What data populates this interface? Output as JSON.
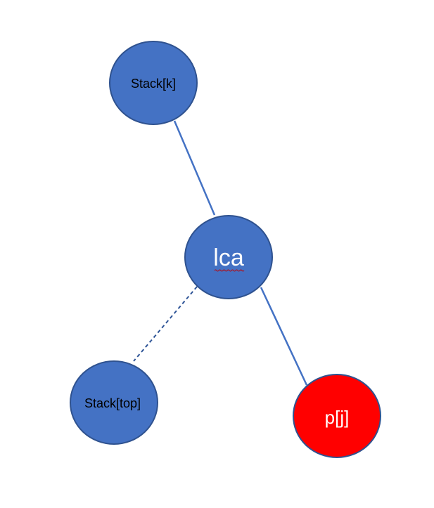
{
  "diagram": {
    "nodes": [
      {
        "id": "stack-k",
        "label": "Stack[k]",
        "fill": "#4472C4",
        "text_color": "#000000",
        "outline": "#2F528F"
      },
      {
        "id": "lca",
        "label": "lca",
        "fill": "#4472C4",
        "text_color": "#FFFFFF",
        "outline": "#2F528F",
        "spell_underline": "#C00000"
      },
      {
        "id": "stack-top",
        "label": "Stack[top]",
        "fill": "#4472C4",
        "text_color": "#000000",
        "outline": "#2F528F"
      },
      {
        "id": "p-j",
        "label": "p[j]",
        "fill": "#FF0000",
        "text_color": "#FFFFFF",
        "outline": "#2F528F"
      }
    ],
    "edges": [
      {
        "id": "edge-stack-k-lca",
        "from": "stack-k",
        "to": "lca",
        "style": "solid",
        "color": "#4472C4"
      },
      {
        "id": "edge-lca-p-j",
        "from": "lca",
        "to": "p-j",
        "style": "solid",
        "color": "#4472C4"
      },
      {
        "id": "edge-lca-stack-top",
        "from": "lca",
        "to": "stack-top",
        "style": "dashed",
        "color": "#2F5597"
      }
    ]
  }
}
